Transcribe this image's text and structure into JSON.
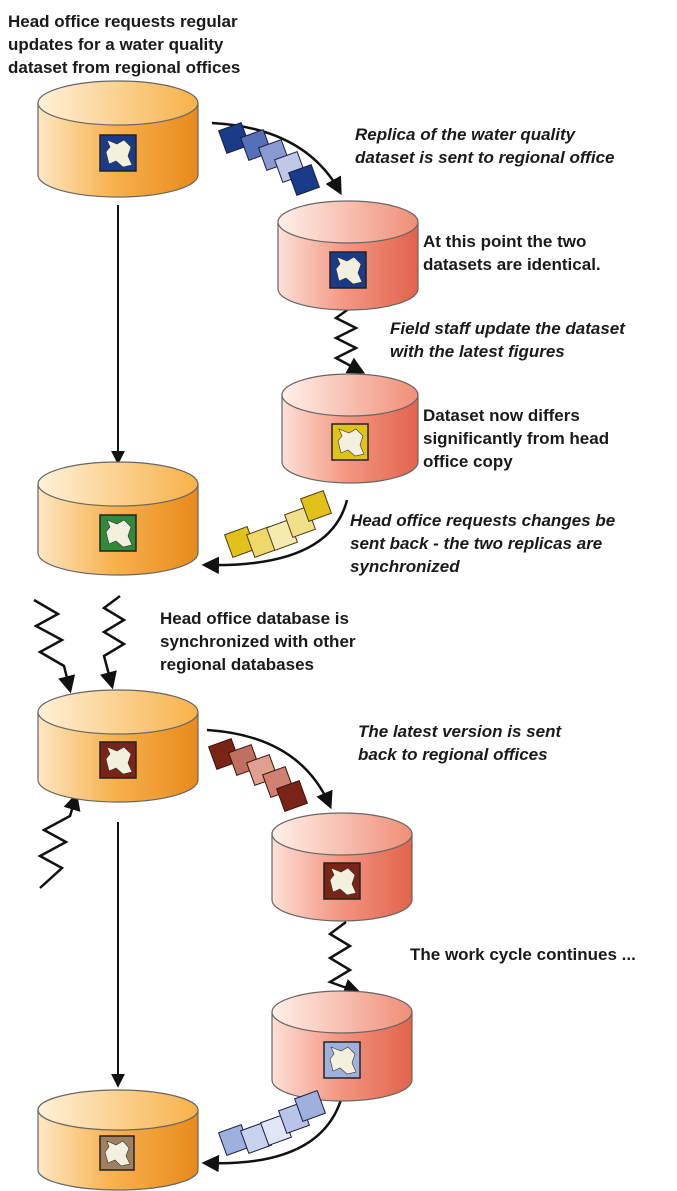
{
  "labels": {
    "head_office_request": [
      "Head office requests regular",
      "updates for a water quality",
      "dataset from regional offices"
    ],
    "replica_sent": [
      "Replica of the water quality",
      "dataset is sent to regional office"
    ],
    "identical": [
      "At this point the two",
      "datasets are identical."
    ],
    "field_staff": [
      "Field staff update the dataset",
      "with the latest figures"
    ],
    "differs": [
      "Dataset now differs",
      "significantly from head",
      "office copy"
    ],
    "changes_back": [
      "Head office requests changes be",
      "sent back - the two replicas are",
      "synchronized"
    ],
    "sync_other": [
      "Head office database is",
      "synchronized with other",
      "regional databases"
    ],
    "latest_sent": [
      "The latest version is sent",
      "back to regional offices"
    ],
    "cycle": [
      "The work cycle continues ..."
    ]
  },
  "colors": {
    "head_cylinder": "#f6a53a",
    "regional_cylinder": "#f2806c",
    "tile_blue": "#1a3b8a",
    "tile_yellow": "#e2c21a",
    "tile_green": "#2f8a3a",
    "tile_maroon": "#7a2418",
    "tile_lightblue": "#9eb0dc",
    "tile_brown": "#a08060"
  },
  "icons": [
    "map-tile-icon",
    "database-cylinder-icon",
    "zigzag-sync-icon",
    "curved-arrow-icon"
  ]
}
